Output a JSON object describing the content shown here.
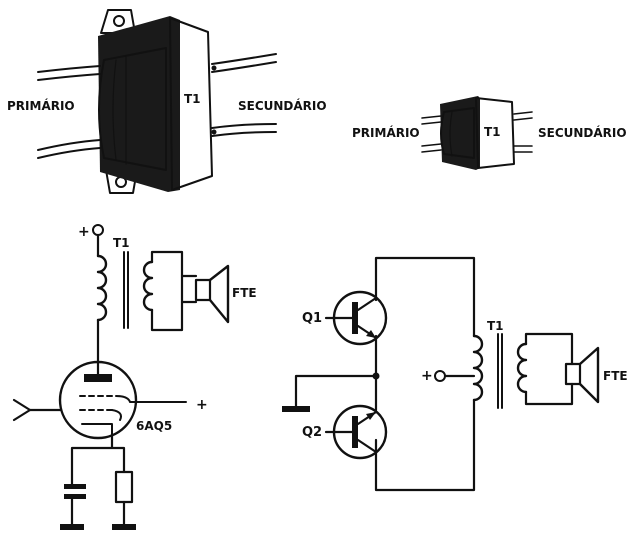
{
  "large_transformer": {
    "primary_label": "PRIMÁRIO",
    "core_label": "T1",
    "secondary_label": "SECUNDÁRIO"
  },
  "small_transformer": {
    "primary_label": "PRIMÁRIO",
    "core_label": "T1",
    "secondary_label": "SECUNDÁRIO"
  },
  "tube_circuit": {
    "supply_symbol": "+",
    "transformer_label": "T1",
    "speaker_label": "FTE",
    "tube_label": "6AQ5",
    "screen_supply_symbol": "+"
  },
  "pushpull_circuit": {
    "transistor_top_label": "Q1",
    "transistor_bottom_label": "Q2",
    "transformer_label": "T1",
    "supply_symbol": "+",
    "speaker_label": "FTE"
  }
}
